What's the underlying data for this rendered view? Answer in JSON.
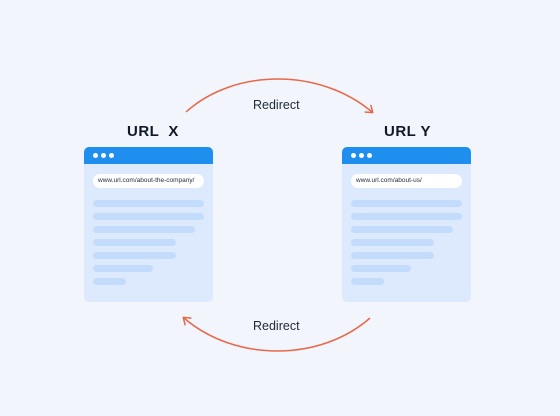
{
  "left_page": {
    "title": "URL  X",
    "address": "www.url.com/about-the-company/"
  },
  "right_page": {
    "title": "URL Y",
    "address": "www.url.com/about-us/"
  },
  "arrows": {
    "top_label": "Redirect",
    "bottom_label": "Redirect",
    "color": "#e8684a"
  },
  "colors": {
    "background": "#f2f5fb",
    "browser_bar": "#1e8fee",
    "browser_body": "#ddeafe",
    "placeholder_line": "#c4dcfb"
  }
}
